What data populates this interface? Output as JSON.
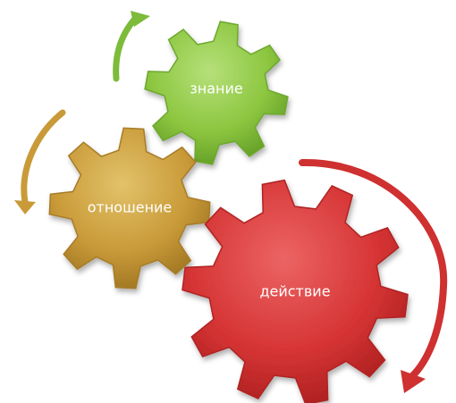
{
  "diagram": {
    "gears": [
      {
        "id": "knowledge",
        "label": "знание",
        "colors": {
          "light": "#b6e07a",
          "mid": "#8cc63f",
          "dark": "#5f9a25"
        }
      },
      {
        "id": "attitude",
        "label": "отношение",
        "colors": {
          "light": "#e2c26a",
          "mid": "#c99a38",
          "dark": "#9b7220"
        }
      },
      {
        "id": "action",
        "label": "действие",
        "colors": {
          "light": "#ec6464",
          "mid": "#d63434",
          "dark": "#a91e1e"
        }
      }
    ],
    "arrows": [
      {
        "id": "arrow-green",
        "color": "#7dbb3a"
      },
      {
        "id": "arrow-gold",
        "color": "#c99a38"
      },
      {
        "id": "arrow-red",
        "color": "#cf3030"
      }
    ]
  }
}
